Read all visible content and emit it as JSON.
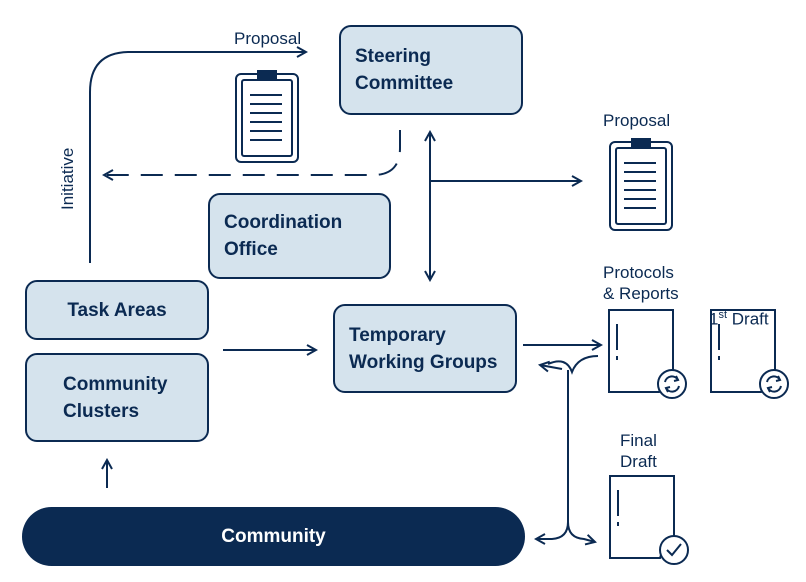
{
  "nodes": {
    "steering": "Steering\nCommittee",
    "coordination": "Coordination\nOffice",
    "task_areas": "Task Areas",
    "clusters": "Community\nClusters",
    "temp_groups": "Temporary\nWorking Groups",
    "community": "Community"
  },
  "labels": {
    "proposal_left": "Proposal",
    "proposal_right": "Proposal",
    "initiative": "Initiative",
    "protocols": "Protocols\n& Reports",
    "first_draft_num": "1",
    "first_draft_sup": "st",
    "first_draft_text": " Draft",
    "final_draft": "Final\nDraft"
  },
  "colors": {
    "navy": "#0b2a52",
    "box_fill": "#d5e3ed"
  },
  "icons": [
    "clipboard-icon",
    "clipboard-icon",
    "document-refresh-icon",
    "document-refresh-icon",
    "document-check-icon"
  ]
}
